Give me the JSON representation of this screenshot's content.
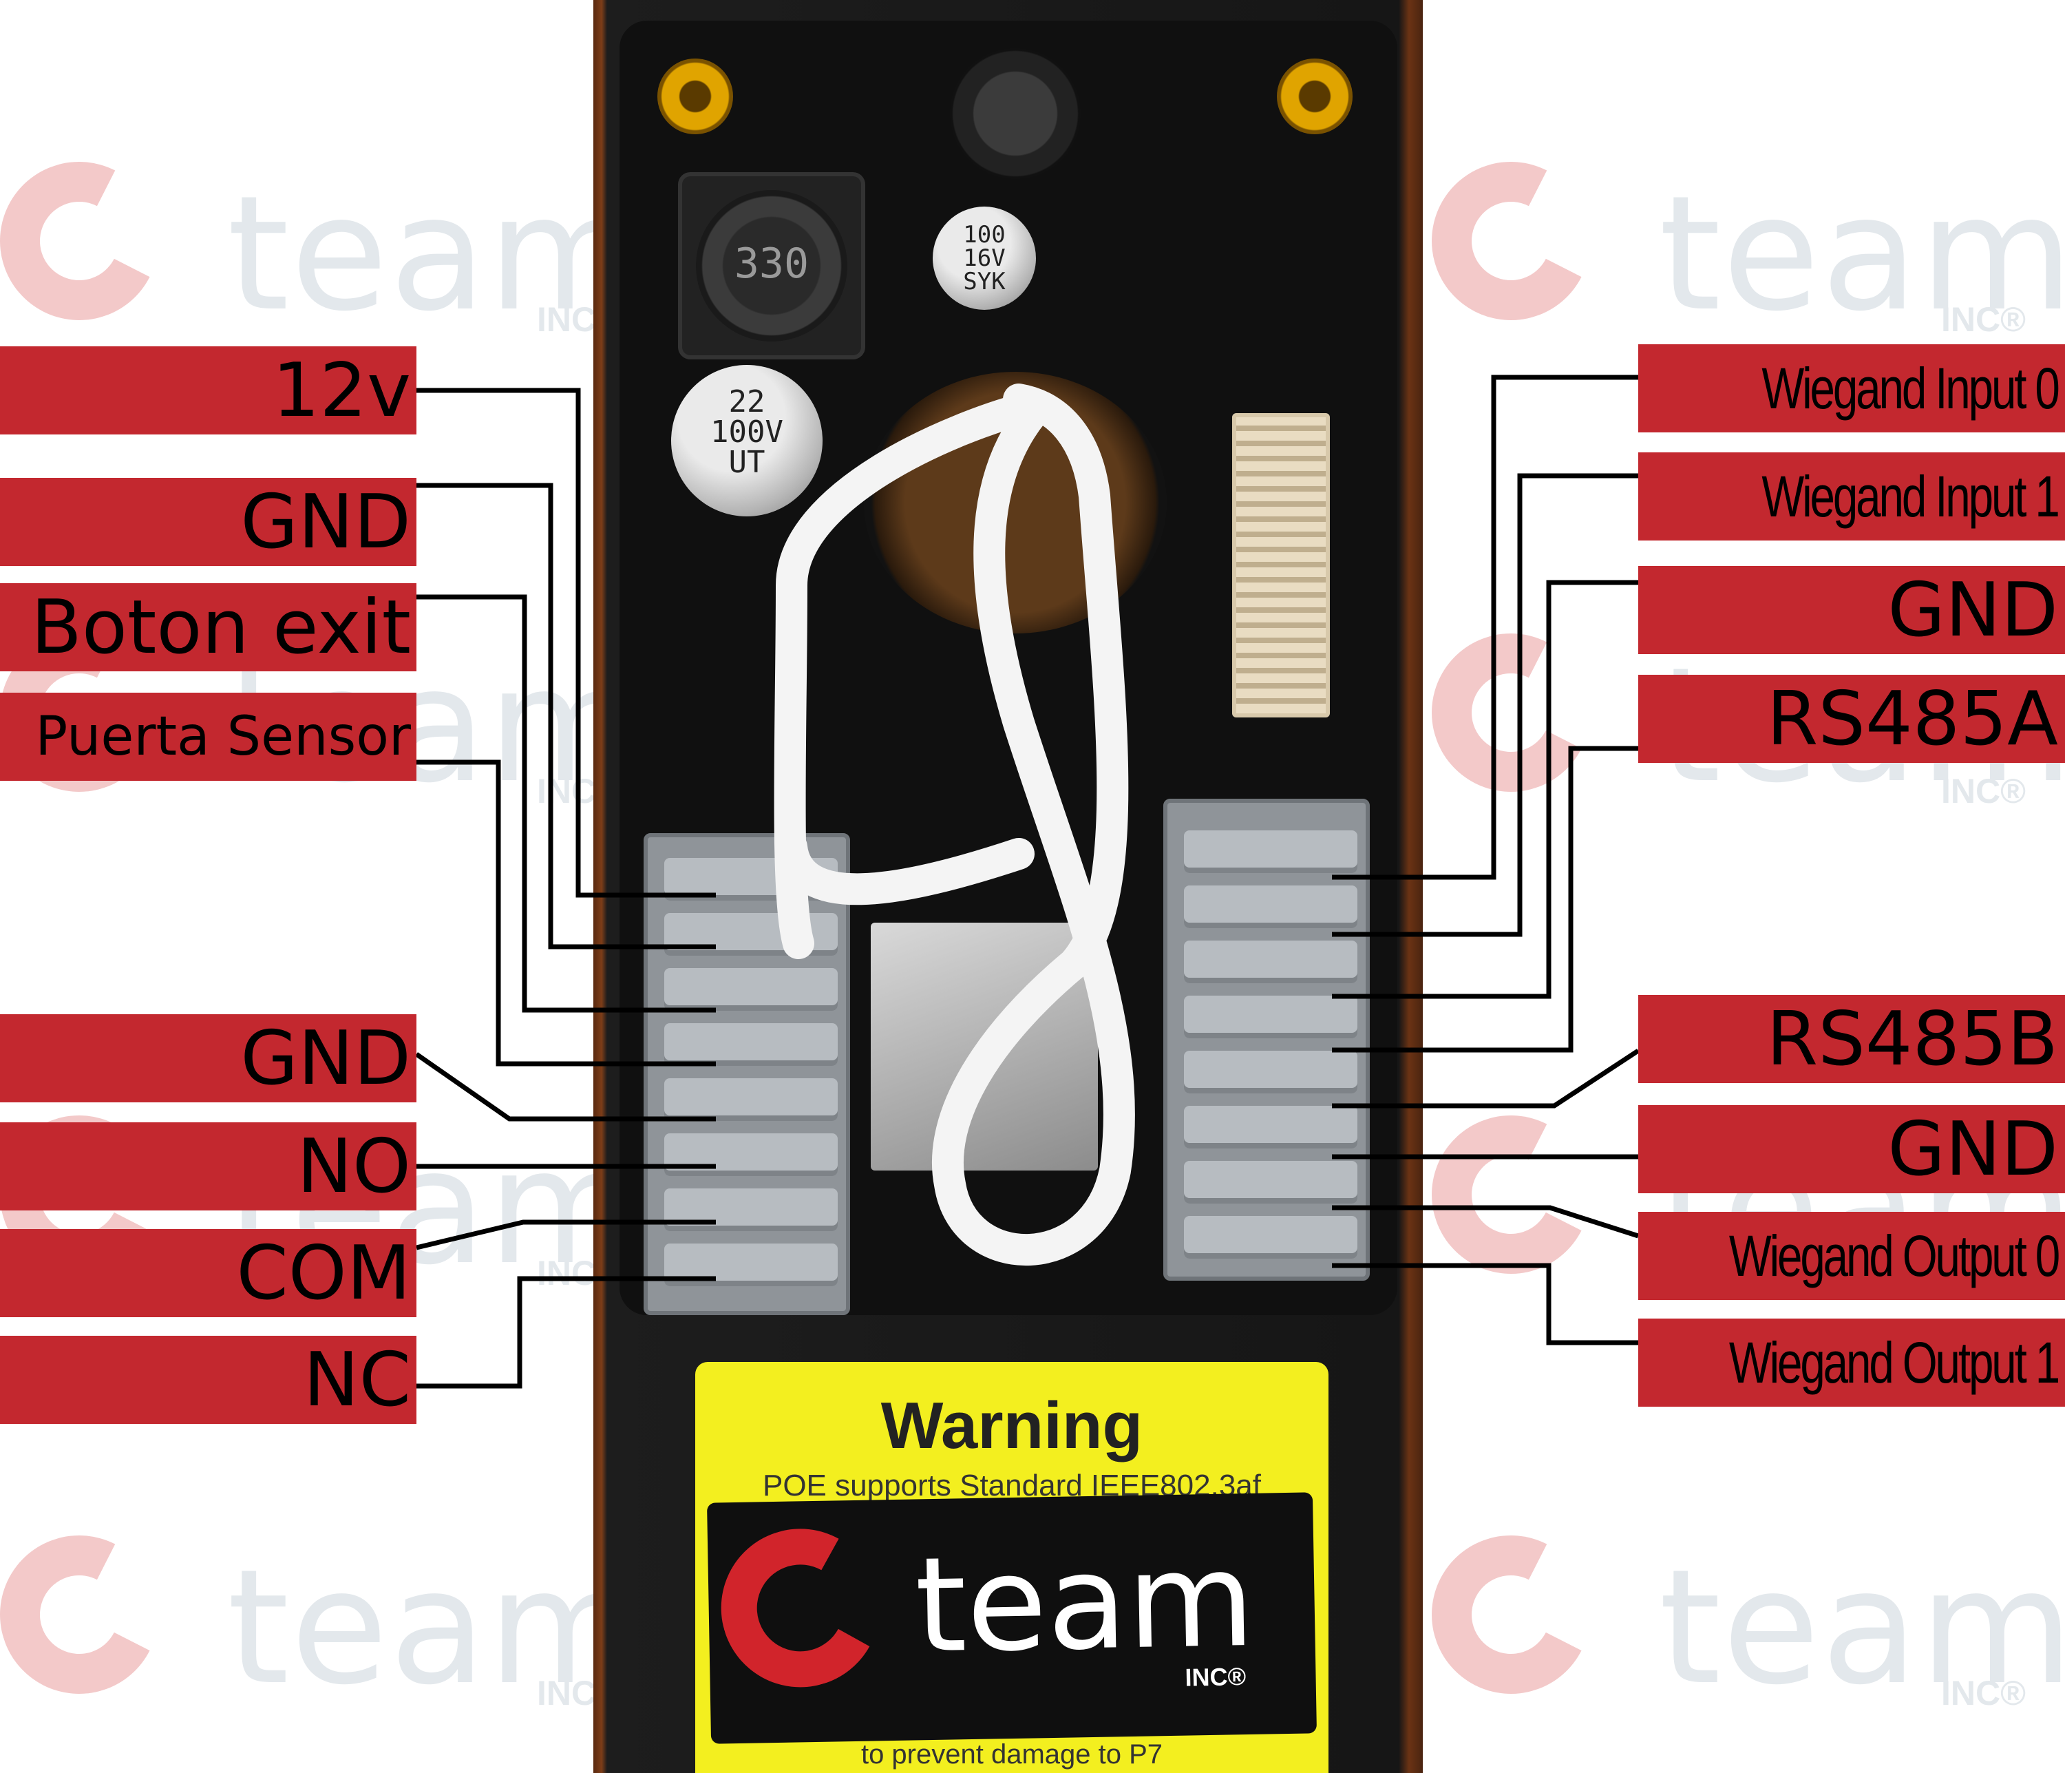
{
  "watermark": {
    "word": "team",
    "suffix": "INC®"
  },
  "device": {
    "inductor_code": "330",
    "cap_upper": [
      "100",
      "16V",
      "SYK"
    ],
    "cap_lower": [
      "22",
      "100V",
      "UT"
    ]
  },
  "warning": {
    "title": "Warning",
    "subtitle": "POE supports Standard IEEE802.3af",
    "bottom": "to prevent damage to P7"
  },
  "sticker": {
    "word": "team",
    "suffix": "INC®"
  },
  "labels_left": [
    {
      "id": "12v",
      "text": "12v"
    },
    {
      "id": "gnd-1",
      "text": "GND"
    },
    {
      "id": "boton-exit",
      "text": "Boton exit"
    },
    {
      "id": "puerta-sensor",
      "text": "Puerta Sensor"
    },
    {
      "id": "gnd-2",
      "text": "GND"
    },
    {
      "id": "no",
      "text": "NO"
    },
    {
      "id": "com",
      "text": "COM"
    },
    {
      "id": "nc",
      "text": "NC"
    }
  ],
  "labels_right": [
    {
      "id": "wiegand-input-0",
      "text": "Wiegand Input 0"
    },
    {
      "id": "wiegand-input-1",
      "text": "Wiegand Input 1"
    },
    {
      "id": "gnd-3",
      "text": "GND"
    },
    {
      "id": "rs485a",
      "text": "RS485A"
    },
    {
      "id": "rs485b",
      "text": "RS485B"
    },
    {
      "id": "gnd-4",
      "text": "GND"
    },
    {
      "id": "wiegand-output-0",
      "text": "Wiegand Output 0"
    },
    {
      "id": "wiegand-output-1",
      "text": "Wiegand Output 1"
    }
  ],
  "colors": {
    "label_bg": "#c3282f",
    "warning_yellow": "#f3ef1f",
    "brand_red": "#d1242b"
  }
}
